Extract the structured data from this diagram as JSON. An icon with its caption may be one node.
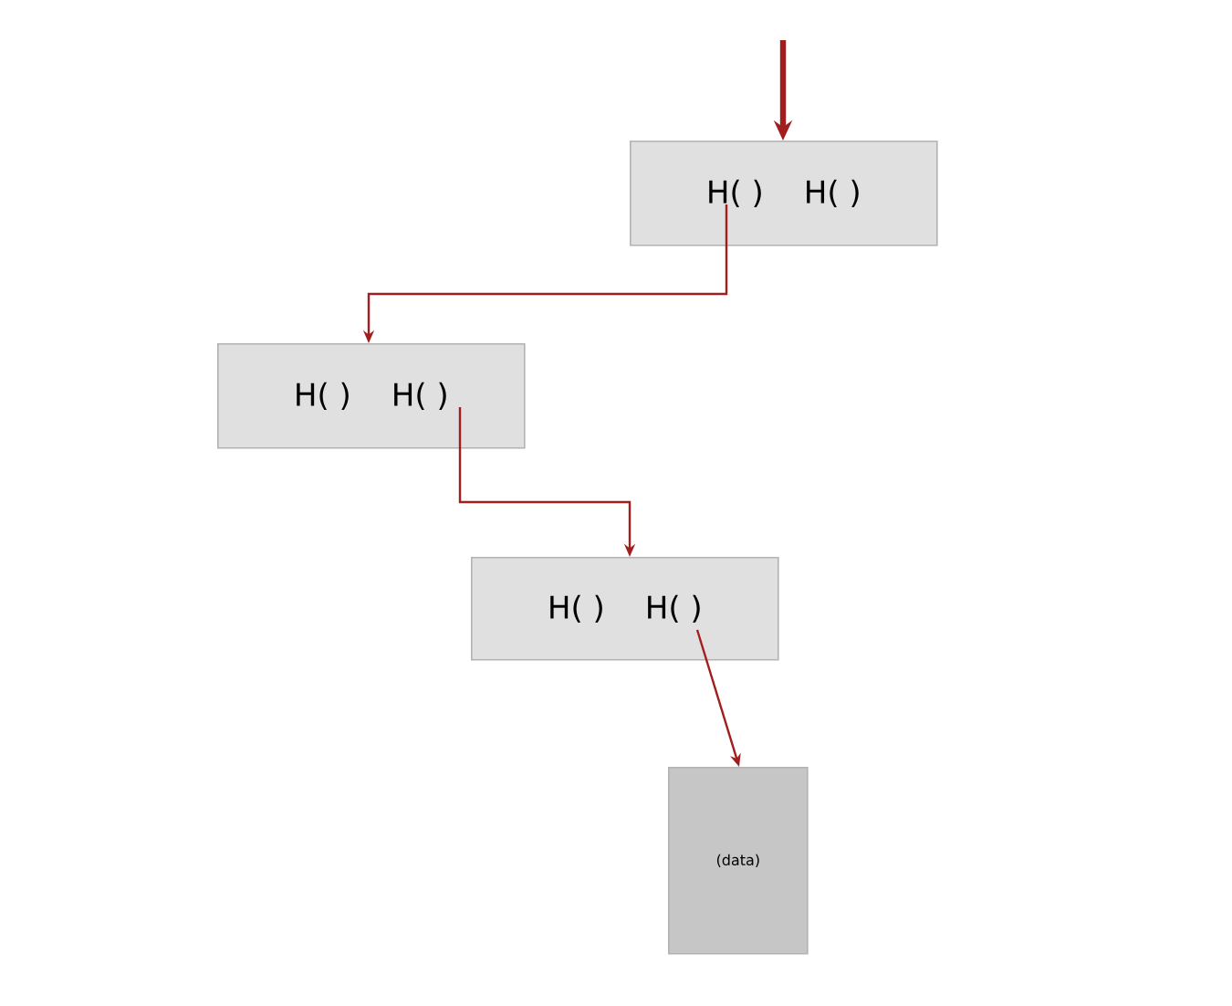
{
  "diagram": {
    "nodes": [
      {
        "text": [
          "H( )",
          "H( )"
        ]
      },
      {
        "text": [
          "H( )",
          "H( )"
        ]
      },
      {
        "text": [
          "H( )",
          "H( )"
        ]
      },
      {
        "text": [
          "(data)"
        ]
      }
    ],
    "edges": [
      {
        "from": null,
        "to": 0,
        "arrow": "to",
        "style": "thick"
      },
      {
        "from": 0,
        "to": 1,
        "arrow": "to"
      },
      {
        "from": 1,
        "to": 2,
        "arrow": "to"
      },
      {
        "from": 2,
        "to": 3,
        "arrow": "to"
      }
    ]
  }
}
